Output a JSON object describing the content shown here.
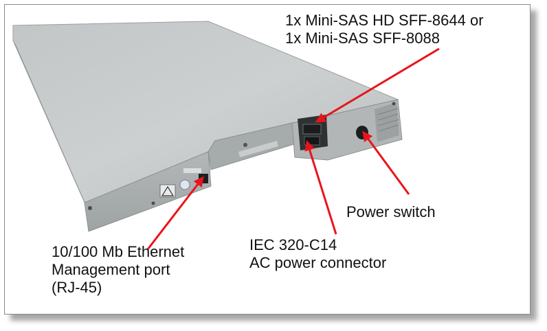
{
  "callouts": {
    "sas": {
      "lines": [
        "1x Mini-SAS HD SFF-8644 or",
        "1x Mini-SAS SFF-8088"
      ]
    },
    "power_switch": {
      "lines": [
        "Power switch"
      ]
    },
    "iec": {
      "lines": [
        "IEC 320-C14",
        "AC power connector"
      ]
    },
    "ethernet": {
      "lines": [
        "10/100 Mb Ethernet",
        "Management port",
        "(RJ-45)"
      ]
    }
  },
  "colors": {
    "arrow": "#e8141c",
    "chassis_top": "#c9cccd",
    "chassis_front": "#a9aeae"
  }
}
